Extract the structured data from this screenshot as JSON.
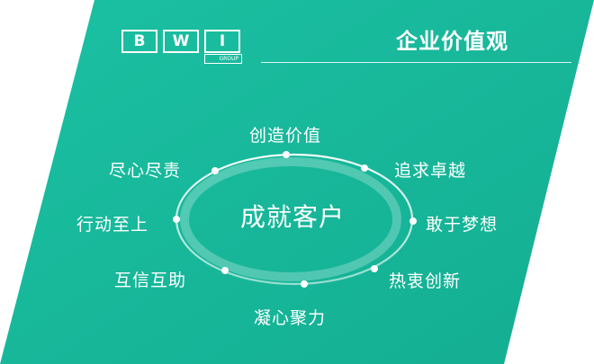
{
  "brand": {
    "logo_letters": [
      "B",
      "W",
      "I"
    ],
    "logo_sub": "GROUP",
    "section_title": "企业价值观"
  },
  "values": {
    "center": "成就客户",
    "items": [
      {
        "label": "创造价值"
      },
      {
        "label": "追求卓越"
      },
      {
        "label": "敢于梦想"
      },
      {
        "label": "热衷创新"
      },
      {
        "label": "凝心聚力"
      },
      {
        "label": "互信互助"
      },
      {
        "label": "行动至上"
      },
      {
        "label": "尽心尽责"
      }
    ]
  },
  "colors": {
    "panel": "#17b79a",
    "text": "#ffffff",
    "page": "#ffffff"
  }
}
